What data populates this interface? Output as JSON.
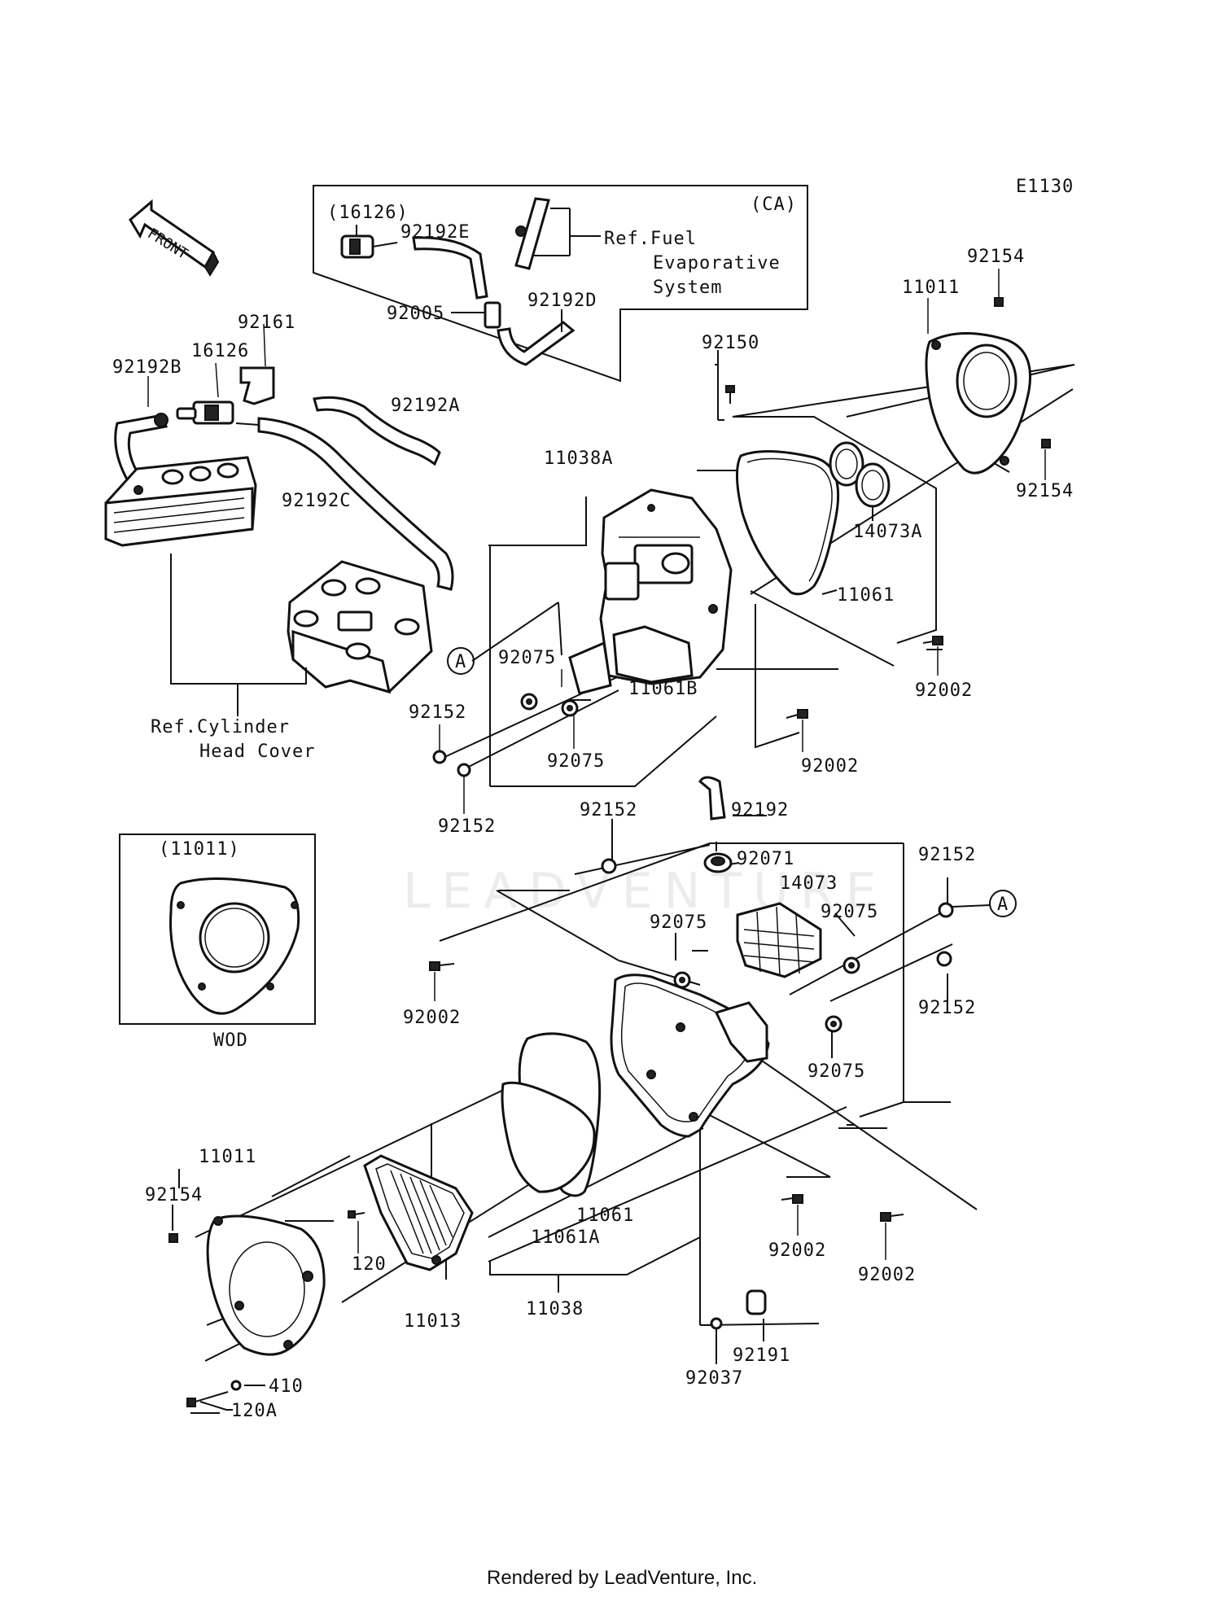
{
  "diagram_code": "E1130",
  "front_label": "FRONT",
  "inset_ca": {
    "tag": "(CA)",
    "ref_label": "(16126)",
    "hose_e": "92192E",
    "fitting": "92005",
    "hose_d": "92192D",
    "ref_line1": "Ref.Fuel",
    "ref_line2": "Evaporative",
    "ref_line3": "System"
  },
  "inset_wod": {
    "tag": "(11011)",
    "caption": "WOD"
  },
  "ref_cylinder": {
    "line1": "Ref.Cylinder",
    "line2": "Head Cover"
  },
  "callout_a": "A",
  "labels": {
    "p92161": "92161",
    "p16126": "16126",
    "p92192B": "92192B",
    "p92192A": "92192A",
    "p92192C": "92192C",
    "p11038A": "11038A",
    "p92150": "92150",
    "p11011_top": "11011",
    "p92154_top1": "92154",
    "p92154_top2": "92154",
    "p14073A": "14073A",
    "p11061_top": "11061",
    "p92002_r1": "92002",
    "p92002_r2": "92002",
    "p92075_a": "92075",
    "p11061B": "11061B",
    "p92152_a": "92152",
    "p92075_b": "92075",
    "p92152_b": "92152",
    "p92152_c": "92152",
    "p92192": "92192",
    "p92071": "92071",
    "p14073": "14073",
    "p92152_d": "92152",
    "p92075_c": "92075",
    "p92075_d": "92075",
    "p92002_l": "92002",
    "p92152_e": "92152",
    "p92075_e": "92075",
    "p11011_bot": "11011",
    "p92154_bot": "92154",
    "p120": "120",
    "p11061": "11061",
    "p11061A": "11061A",
    "p92002_b1": "92002",
    "p92002_b2": "92002",
    "p11013": "11013",
    "p11038": "11038",
    "p92191": "92191",
    "p92037": "92037",
    "p410": "410",
    "p120A": "120A"
  },
  "watermark": "LEADVENTURE",
  "footer": "Rendered by LeadVenture, Inc."
}
